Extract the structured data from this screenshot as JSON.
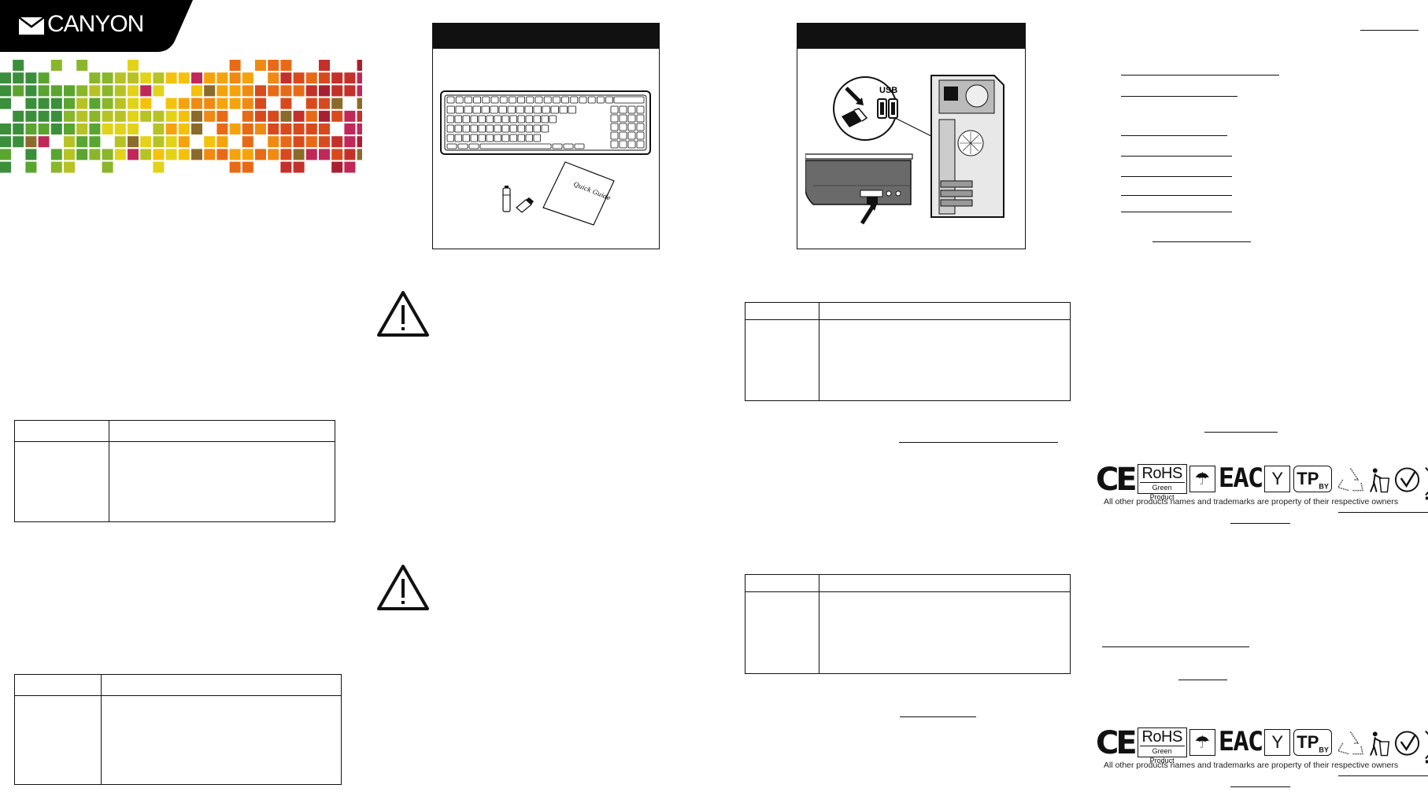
{
  "brand": {
    "name": "CANYON",
    "icon": "envelope-icon",
    "tab_color": "#000000"
  },
  "mosaic": {
    "colors": [
      "#3b8f3b",
      "#5aa52f",
      "#8ab62b",
      "#b7c324",
      "#e2d31a",
      "#f4c20d",
      "#f5a30d",
      "#f08a12",
      "#e86a16",
      "#d84a1e",
      "#c4302a",
      "#a82030",
      "#c0285a",
      "#8c6b2a"
    ]
  },
  "panels": {
    "contents_illustration": {
      "quick_guide_label": "Quick Guide"
    },
    "connection_illustration": {
      "usb_label": "USB"
    }
  },
  "warnings": [
    {
      "icon": "warning-triangle-icon"
    },
    {
      "icon": "warning-triangle-icon"
    }
  ],
  "certifications": {
    "ce": "CE",
    "rohs": "RoHS",
    "rohs_sub": "Green Product",
    "eac": "EAC",
    "tp": "TP",
    "tp_sub": "BY",
    "trademark_note": "All other products names and trademarks are property of their respective owners"
  }
}
